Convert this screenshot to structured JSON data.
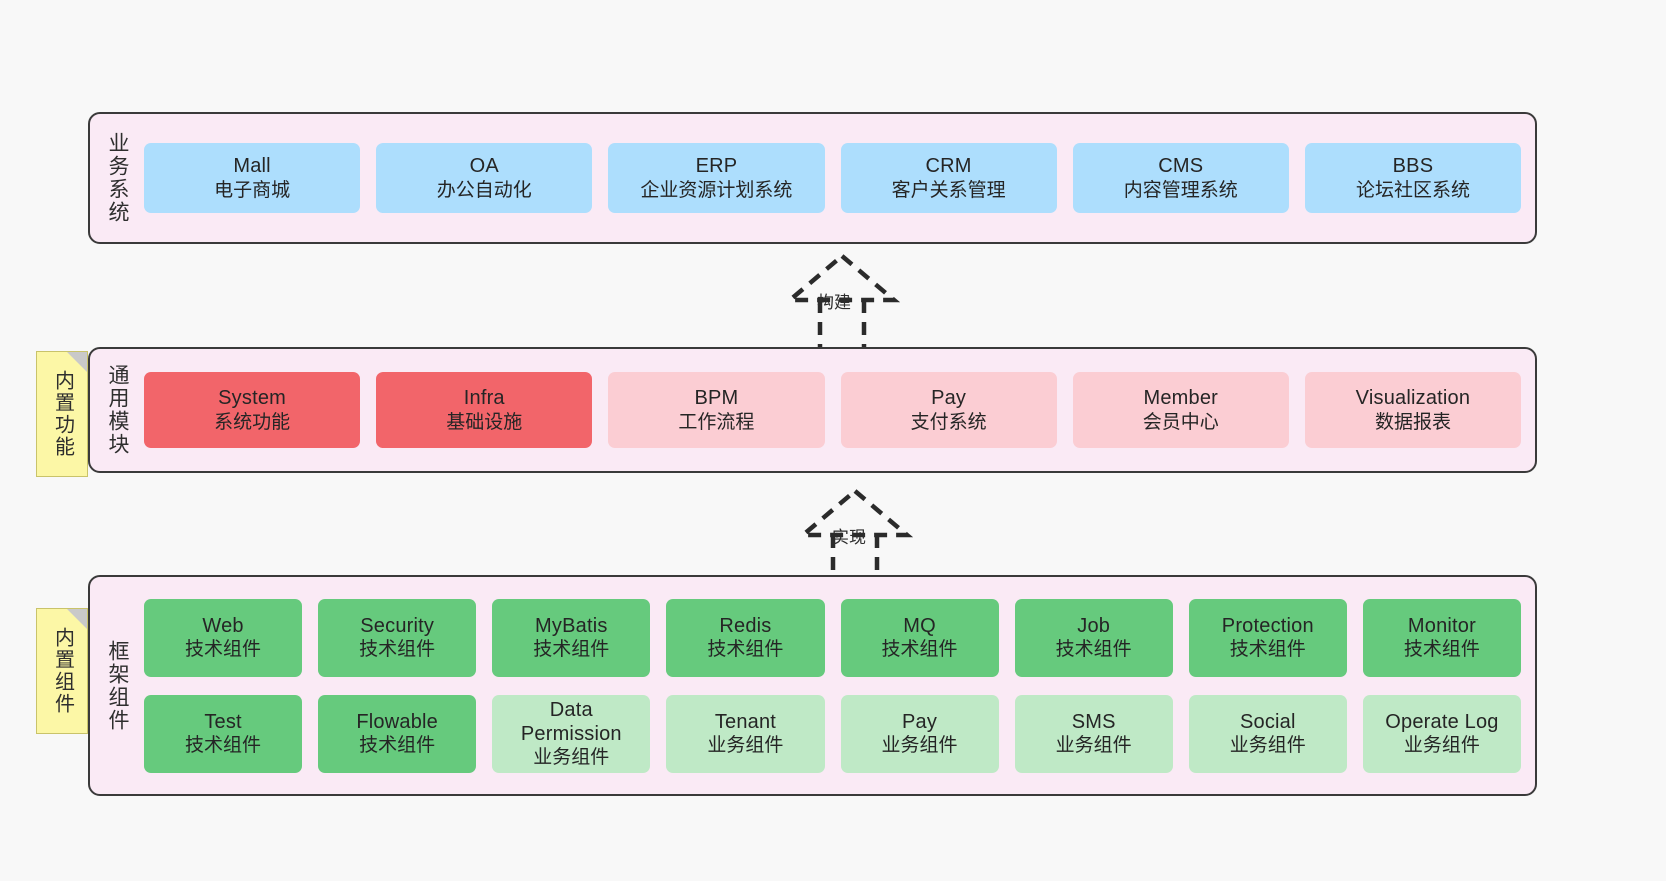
{
  "layers": [
    {
      "id": "business",
      "title": "业务系统",
      "rows": [
        {
          "cards": [
            {
              "en": "Mall",
              "cn": "电子商城",
              "color": "#addefd",
              "variant": "c-blue"
            },
            {
              "en": "OA",
              "cn": "办公自动化",
              "color": "#addefd",
              "variant": "c-blue"
            },
            {
              "en": "ERP",
              "cn": "企业资源计划系统",
              "color": "#addefd",
              "variant": "c-blue"
            },
            {
              "en": "CRM",
              "cn": "客户关系管理",
              "color": "#addefd",
              "variant": "c-blue"
            },
            {
              "en": "CMS",
              "cn": "内容管理系统",
              "color": "#addefd",
              "variant": "c-blue"
            },
            {
              "en": "BBS",
              "cn": "论坛社区系统",
              "color": "#addefd",
              "variant": "c-blue"
            }
          ]
        }
      ]
    },
    {
      "id": "common",
      "title": "通用模块",
      "note": "内置功能",
      "rows": [
        {
          "cards": [
            {
              "en": "System",
              "cn": "系统功能",
              "color": "#f2656a",
              "variant": "c-red"
            },
            {
              "en": "Infra",
              "cn": "基础设施",
              "color": "#f2656a",
              "variant": "c-red"
            },
            {
              "en": "BPM",
              "cn": "工作流程",
              "color": "#fbcdd3",
              "variant": "c-pink"
            },
            {
              "en": "Pay",
              "cn": "支付系统",
              "color": "#fbcdd3",
              "variant": "c-pink"
            },
            {
              "en": "Member",
              "cn": "会员中心",
              "color": "#fbcdd3",
              "variant": "c-pink"
            },
            {
              "en": "Visualization",
              "cn": "数据报表",
              "color": "#fbcdd3",
              "variant": "c-pink"
            }
          ]
        }
      ]
    },
    {
      "id": "framework",
      "title": "框架组件",
      "note": "内置组件",
      "rows": [
        {
          "cards": [
            {
              "en": "Web",
              "cn": "技术组件",
              "color": "#66ca7d",
              "variant": "c-green"
            },
            {
              "en": "Security",
              "cn": "技术组件",
              "color": "#66ca7d",
              "variant": "c-green"
            },
            {
              "en": "MyBatis",
              "cn": "技术组件",
              "color": "#66ca7d",
              "variant": "c-green"
            },
            {
              "en": "Redis",
              "cn": "技术组件",
              "color": "#66ca7d",
              "variant": "c-green"
            },
            {
              "en": "MQ",
              "cn": "技术组件",
              "color": "#66ca7d",
              "variant": "c-green"
            },
            {
              "en": "Job",
              "cn": "技术组件",
              "color": "#66ca7d",
              "variant": "c-green"
            },
            {
              "en": "Protection",
              "cn": "技术组件",
              "color": "#66ca7d",
              "variant": "c-green"
            },
            {
              "en": "Monitor",
              "cn": "技术组件",
              "color": "#66ca7d",
              "variant": "c-green"
            }
          ]
        },
        {
          "cards": [
            {
              "en": "Test",
              "cn": "技术组件",
              "color": "#66ca7d",
              "variant": "c-green"
            },
            {
              "en": "Flowable",
              "cn": "技术组件",
              "color": "#66ca7d",
              "variant": "c-green"
            },
            {
              "en": "Data Permission",
              "cn": "业务组件",
              "color": "#bfe9c6",
              "variant": "c-green-light"
            },
            {
              "en": "Tenant",
              "cn": "业务组件",
              "color": "#bfe9c6",
              "variant": "c-green-light"
            },
            {
              "en": "Pay",
              "cn": "业务组件",
              "color": "#bfe9c6",
              "variant": "c-green-light"
            },
            {
              "en": "SMS",
              "cn": "业务组件",
              "color": "#bfe9c6",
              "variant": "c-green-light"
            },
            {
              "en": "Social",
              "cn": "业务组件",
              "color": "#bfe9c6",
              "variant": "c-green-light"
            },
            {
              "en": "Operate Log",
              "cn": "业务组件",
              "color": "#bfe9c6",
              "variant": "c-green-light"
            }
          ]
        }
      ]
    }
  ],
  "arrows": [
    {
      "id": "build",
      "label": "构建",
      "from": "common",
      "to": "business"
    },
    {
      "id": "impl",
      "label": "实现",
      "from": "framework",
      "to": "common"
    }
  ],
  "colors": {
    "background": "#f8f8f8",
    "panel": "#faeaf5",
    "panel_border": "#3a3a3a",
    "note": "#fcf7a6",
    "note_border": "#c9c36a",
    "note_fold": "#c9c9c9",
    "arrow": "#2b2b2b",
    "text": "#252525"
  }
}
